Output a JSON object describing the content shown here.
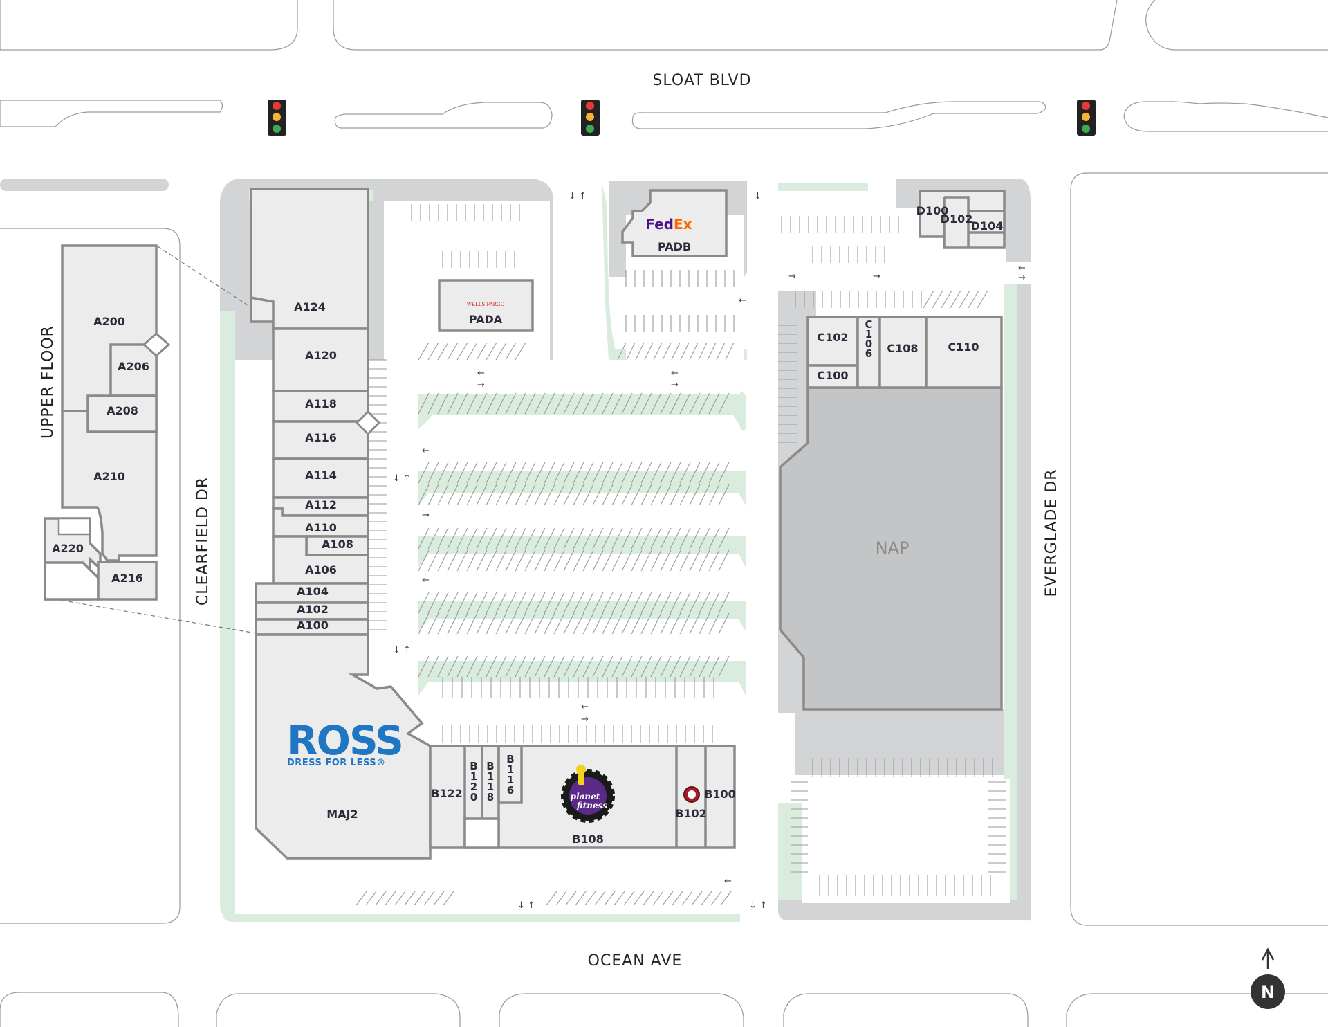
{
  "streets": {
    "north": "SLOAT BLVD",
    "south": "OCEAN AVE",
    "west": "CLEARFIELD DR",
    "east": "EVERGLADE DR"
  },
  "upper_floor": {
    "title": "UPPER FLOOR",
    "units": [
      "A200",
      "A206",
      "A208",
      "A210",
      "A220",
      "A216"
    ]
  },
  "building_a": {
    "units": [
      "A124",
      "A120",
      "A118",
      "A116",
      "A114",
      "A112",
      "A110",
      "A108",
      "A106",
      "A104",
      "A102",
      "A100"
    ]
  },
  "anchor_ross": {
    "unit": "MAJ2",
    "logo_word": "ROSS",
    "logo_tagline": "DRESS FOR LESS®"
  },
  "pads": {
    "pada": {
      "unit": "PADA",
      "logo_text": "WELLS FARGO"
    },
    "padb": {
      "unit": "PADB",
      "logo_fed": "Fed",
      "logo_ex": "Ex"
    }
  },
  "building_d": {
    "units": [
      "D100",
      "D102",
      "D104"
    ]
  },
  "building_c": {
    "units": [
      "C102",
      "C100",
      "C108",
      "C110"
    ],
    "c106_chars": [
      "C",
      "1",
      "0",
      "6"
    ],
    "nap": "NAP"
  },
  "building_b": {
    "units": [
      "B122",
      "B108",
      "B102",
      "B100"
    ],
    "b120_chars": [
      "B",
      "1",
      "2",
      "0"
    ],
    "b118_chars": [
      "B",
      "1",
      "1",
      "8"
    ],
    "b116_chars": [
      "B",
      "1",
      "1",
      "6"
    ],
    "planet_fitness_logo": [
      "planet",
      "fitness"
    ]
  },
  "compass": {
    "label": "N"
  },
  "colors": {
    "landscape": "#d9ecdd",
    "pavement": "#d3d4d6",
    "building_fill": "#ececec",
    "nap_fill": "#c4c5c7",
    "outline": "#8a8a8a",
    "signal_red": "#e53935",
    "signal_yellow": "#f9b233",
    "signal_green": "#3dab54"
  }
}
